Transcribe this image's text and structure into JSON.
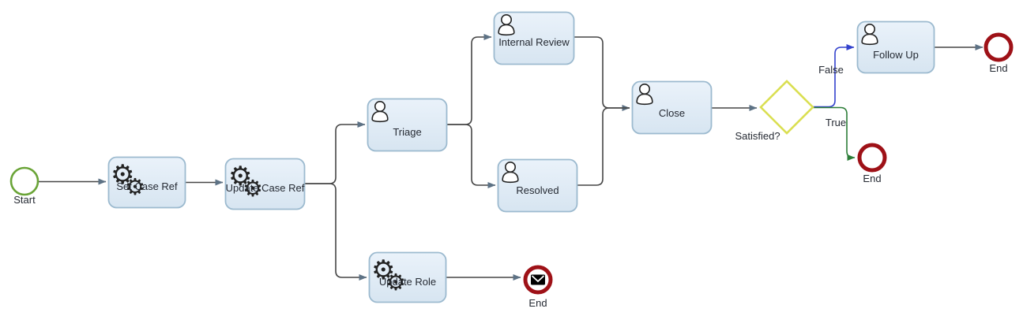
{
  "diagram": {
    "type": "bpmn-workflow",
    "nodes": {
      "start": {
        "label": "Start",
        "kind": "start-event"
      },
      "set_case_ref": {
        "label": "Set Case Ref",
        "kind": "service-task",
        "icon": "gear-icon"
      },
      "update_case_ref": {
        "label": "Update Case Ref",
        "kind": "service-task",
        "icon": "gear-icon"
      },
      "triage": {
        "label": "Triage",
        "kind": "user-task",
        "icon": "user-icon"
      },
      "internal_review": {
        "label": "Internal Review",
        "kind": "user-task",
        "icon": "user-icon"
      },
      "resolved": {
        "label": "Resolved",
        "kind": "user-task",
        "icon": "user-icon"
      },
      "close": {
        "label": "Close",
        "kind": "user-task",
        "icon": "user-icon"
      },
      "gateway": {
        "label": "Satisfied?",
        "kind": "exclusive-gateway"
      },
      "follow_up": {
        "label": "Follow Up",
        "kind": "user-task",
        "icon": "user-icon"
      },
      "update_role": {
        "label": "Update Role",
        "kind": "service-task",
        "icon": "gear-icon"
      },
      "end_top": {
        "label": "End",
        "kind": "end-event"
      },
      "end_true": {
        "label": "End",
        "kind": "end-event"
      },
      "end_message": {
        "label": "End",
        "kind": "message-end-event",
        "icon": "envelope-icon"
      }
    },
    "edge_labels": {
      "false_branch": "False",
      "true_branch": "True"
    },
    "colors": {
      "canvas_bg": "#ffffff",
      "task_fill_top": "#eaf2fa",
      "task_fill_bottom": "#d7e5f1",
      "task_stroke": "#9cbacf",
      "start_stroke": "#6aa437",
      "end_stroke": "#9e1117",
      "gateway_stroke": "#dadf52",
      "flow_stroke": "#454545",
      "arrowhead": "#5d7285",
      "false_stroke": "#3342cd",
      "true_stroke": "#2c7d38",
      "label_color": "#252a33",
      "icon_color": "#222222"
    }
  }
}
